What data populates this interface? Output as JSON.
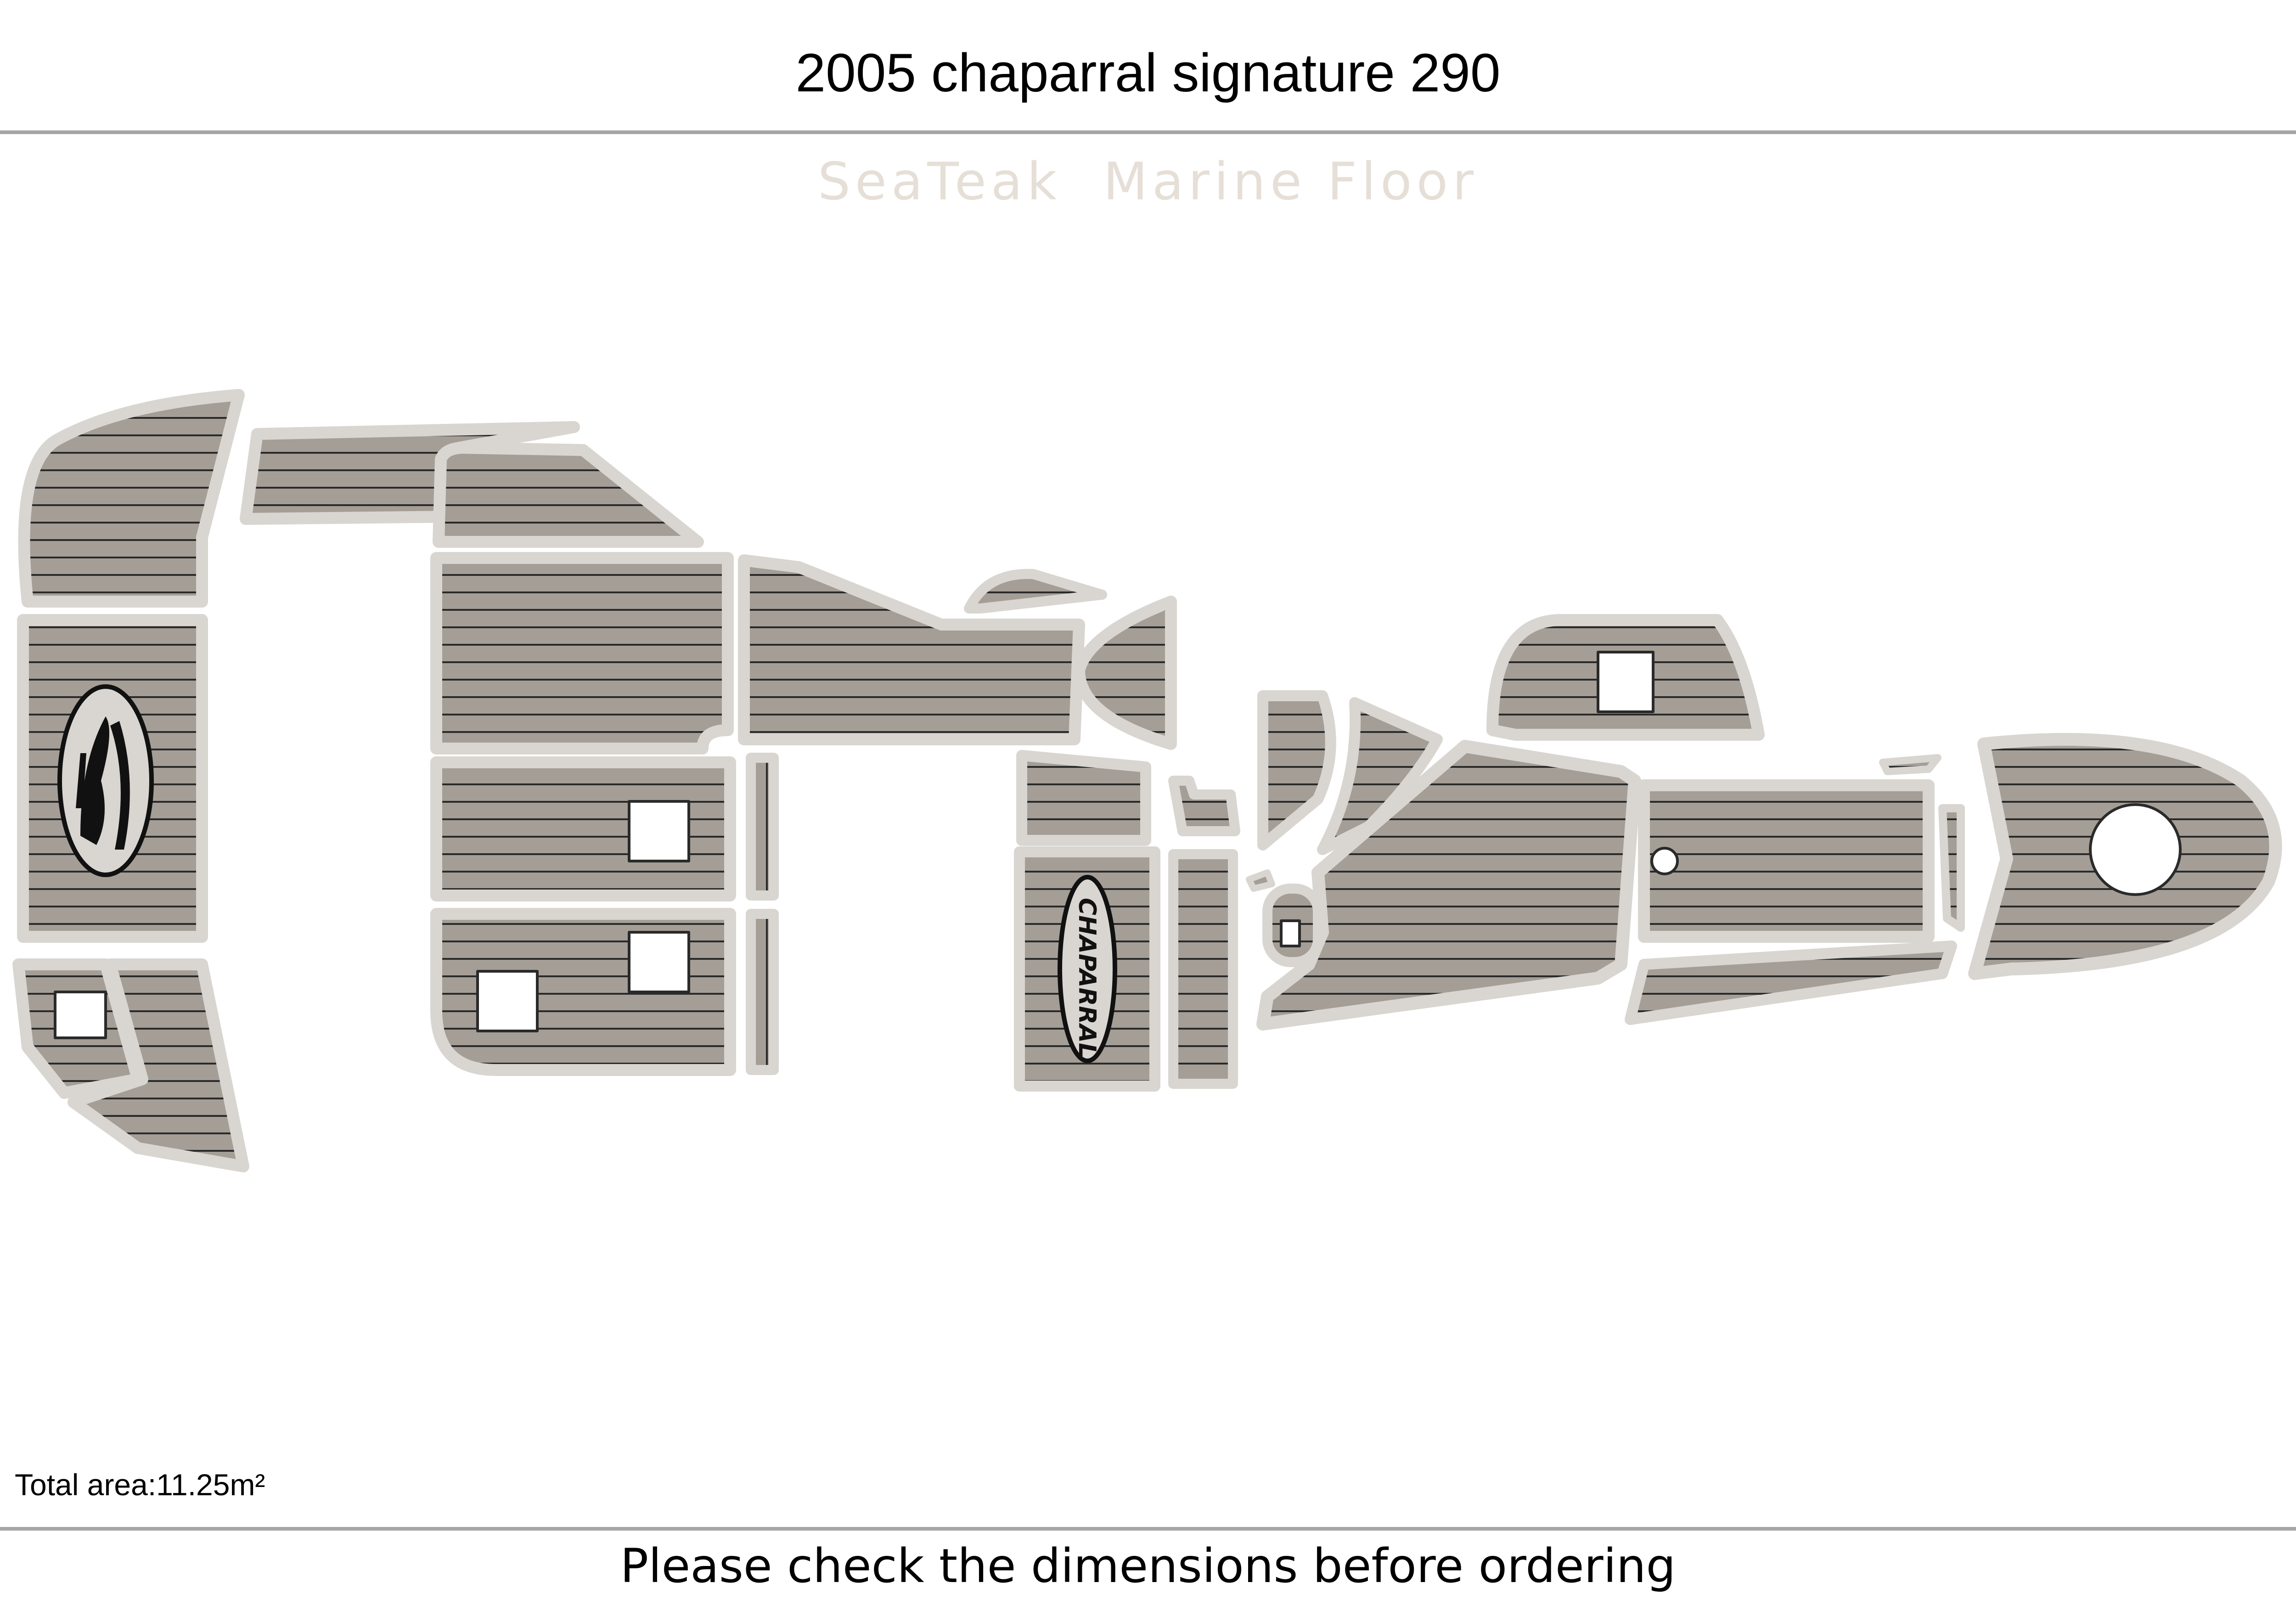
{
  "header": {
    "title": "2005 chaparral signature 290"
  },
  "watermark": {
    "text": "SeaTeak  Marine Floor"
  },
  "stats": {
    "total_area": "Total area:11.25m²"
  },
  "footer": {
    "notice": "Please check the dimensions before ordering"
  },
  "diagram": {
    "logo_text": "CHAPARRAL",
    "colors": {
      "pad_fill": "#a49e97",
      "seam_line": "#2a2a2a",
      "border": "#d9d6d1",
      "watermark": "#e6dfd7"
    }
  }
}
